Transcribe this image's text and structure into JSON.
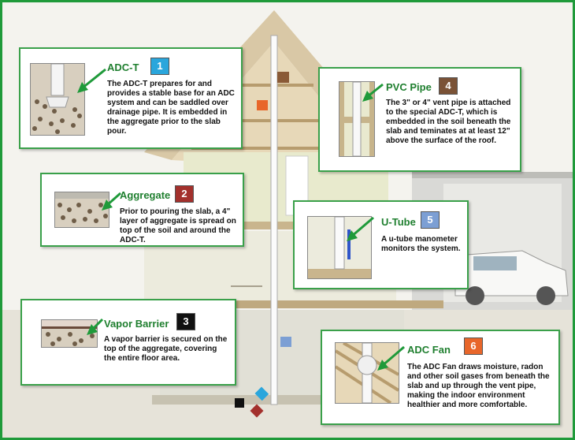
{
  "callouts": [
    {
      "title": "ADC-T",
      "number": "1",
      "badge_color": "#2aa6dc",
      "text": "The ADC-T prepares for and provides a stable base for an ADC system and can be saddled over drainage pipe. It is embedded in the aggregate prior to the slab pour."
    },
    {
      "title": "Aggregate",
      "number": "2",
      "badge_color": "#a3302c",
      "text": "Prior to pouring the slab, a 4\" layer of aggregate is spread on top of the soil and around the ADC-T."
    },
    {
      "title": "Vapor Barrier",
      "number": "3",
      "badge_color": "#111111",
      "text": "A vapor barrier is secured on the top of the aggregate, covering the entire floor area."
    },
    {
      "title": "PVC Pipe",
      "number": "4",
      "badge_color": "#7a5236",
      "text": "The 3\" or 4\" vent pipe is attached to the special ADC-T, which is embedded in the soil beneath the slab and teminates at at least 12\" above the surface of the roof."
    },
    {
      "title": "U-Tube",
      "number": "5",
      "badge_color": "#7c9fd4",
      "text": "A u-tube manometer monitors the system."
    },
    {
      "title": "ADC Fan",
      "number": "6",
      "badge_color": "#e8662a",
      "text": "The ADC Fan draws moisture, radon and other soil gases from beneath the slab and up through the vent pipe, making the indoor environment healthier and more comfortable."
    }
  ],
  "colors": {
    "frame": "#1f9a3a",
    "callout_border": "#3aa04a",
    "title_green": "#1f7f2f"
  }
}
